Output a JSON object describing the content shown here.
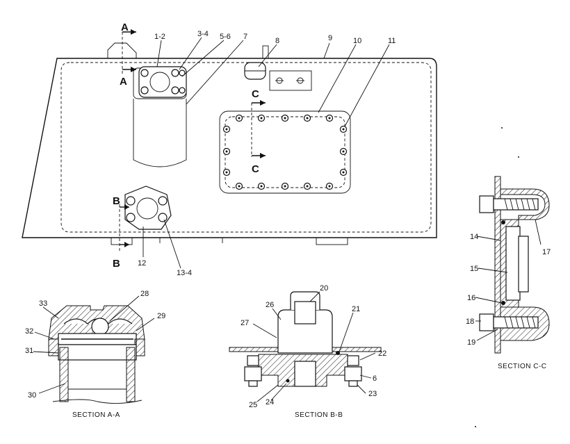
{
  "callouts": {
    "c1_2": "1-2",
    "c3_4": "3-4",
    "c5_6": "5-6",
    "c7": "7",
    "c8": "8",
    "c9": "9",
    "c10": "10",
    "c11": "11",
    "c12": "12",
    "c13_4": "13-4",
    "c14": "14",
    "c15": "15",
    "c16": "16",
    "c17": "17",
    "c18": "18",
    "c19": "19",
    "c20": "20",
    "c21": "21",
    "c22": "22",
    "c6": "6",
    "c23": "23",
    "c24": "24",
    "c25": "25",
    "c26": "26",
    "c27": "27",
    "c28": "28",
    "c29": "29",
    "c30": "30",
    "c31": "31",
    "c32": "32",
    "c33": "33"
  },
  "section_markers": {
    "a_top": "A",
    "a_bottom": "A",
    "b_top": "B",
    "b_bottom": "B",
    "c_top": "C",
    "c_bottom": "C"
  },
  "section_titles": {
    "aa": "SECTION  A-A",
    "bb": "SECTION  B-B",
    "cc": "SECTION  C-C"
  }
}
